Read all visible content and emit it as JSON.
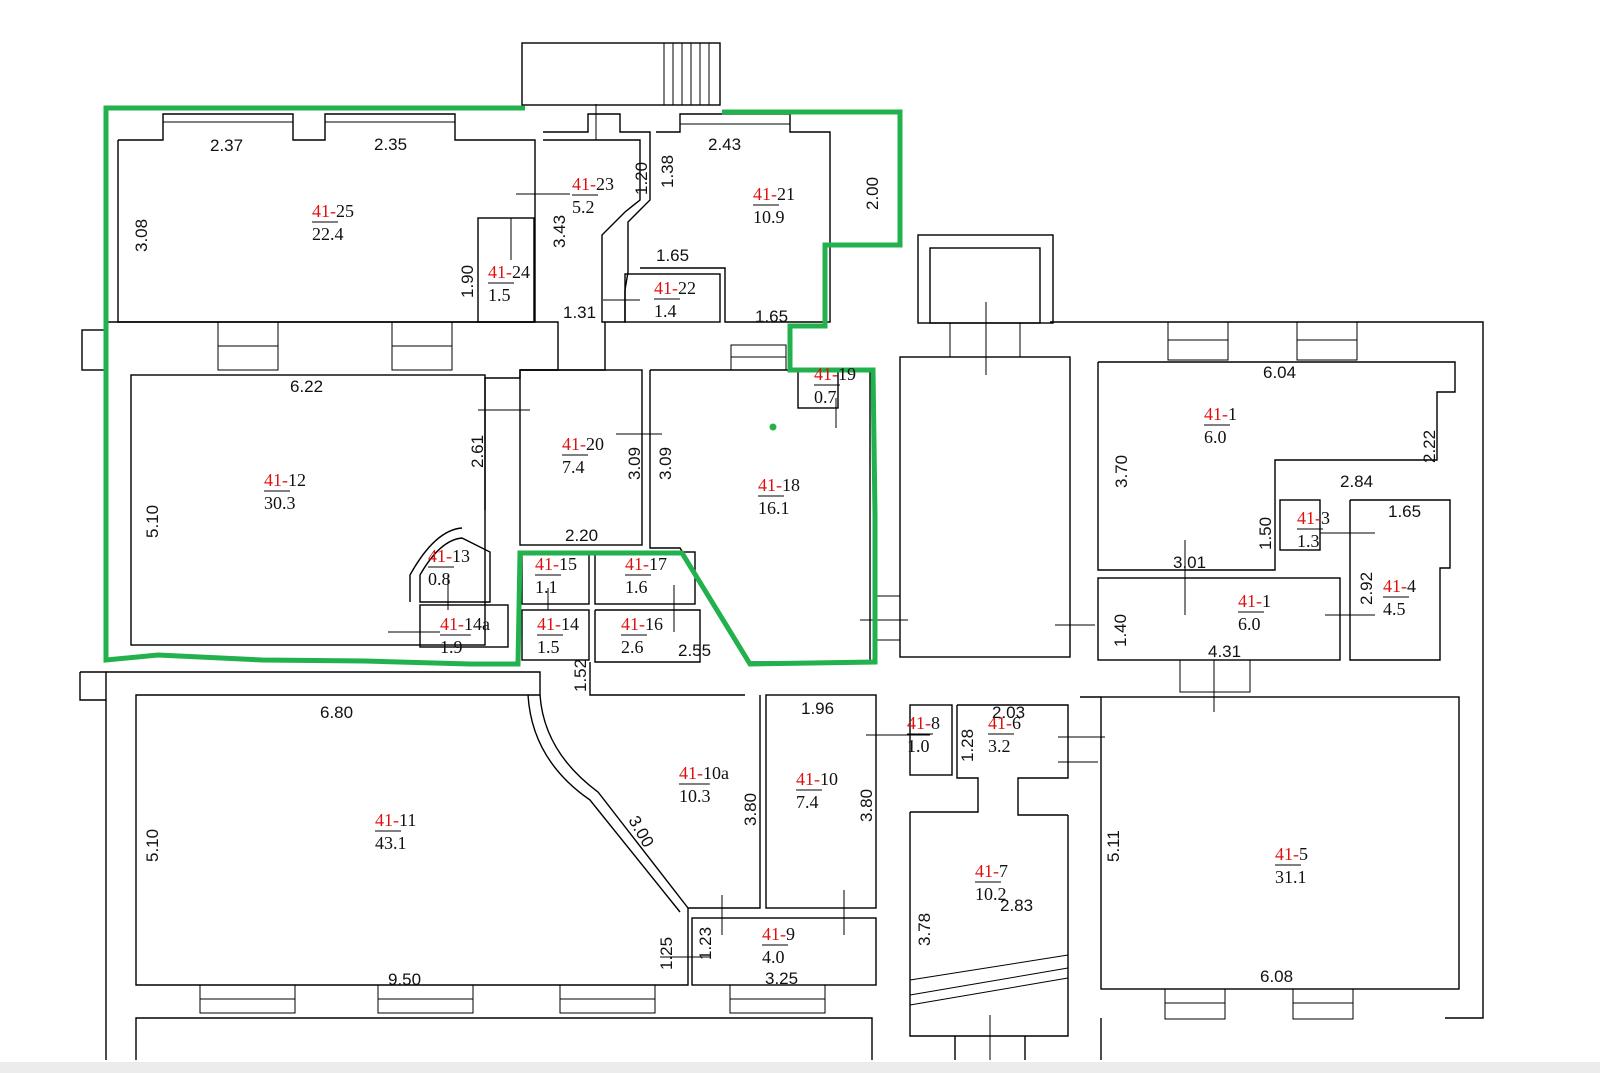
{
  "colors": {
    "room_prefix": "#e01010",
    "outline_highlight": "#22b14c",
    "walls": "#000000"
  },
  "rooms": [
    {
      "key": "r25",
      "prefix": "41-",
      "num": "25",
      "area": "22.4"
    },
    {
      "key": "r23",
      "prefix": "41-",
      "num": "23",
      "area": "5.2"
    },
    {
      "key": "r21",
      "prefix": "41-",
      "num": "21",
      "area": "10.9"
    },
    {
      "key": "r24",
      "prefix": "41-",
      "num": "24",
      "area": "1.5"
    },
    {
      "key": "r22",
      "prefix": "41-",
      "num": "22",
      "area": "1.4"
    },
    {
      "key": "r19",
      "prefix": "41-",
      "num": "19",
      "area": "0.7"
    },
    {
      "key": "r12",
      "prefix": "41-",
      "num": "12",
      "area": "30.3"
    },
    {
      "key": "r20",
      "prefix": "41-",
      "num": "20",
      "area": "7.4"
    },
    {
      "key": "r18",
      "prefix": "41-",
      "num": "18",
      "area": "16.1"
    },
    {
      "key": "r13",
      "prefix": "41-",
      "num": "13",
      "area": "0.8"
    },
    {
      "key": "r15",
      "prefix": "41-",
      "num": "15",
      "area": "1.1"
    },
    {
      "key": "r17",
      "prefix": "41-",
      "num": "17",
      "area": "1.6"
    },
    {
      "key": "r14a",
      "prefix": "41-",
      "num": "14a",
      "area": "1.9"
    },
    {
      "key": "r14",
      "prefix": "41-",
      "num": "14",
      "area": "1.5"
    },
    {
      "key": "r16",
      "prefix": "41-",
      "num": "16",
      "area": "2.6"
    },
    {
      "key": "r1a",
      "prefix": "41-",
      "num": "1",
      "area": "6.0"
    },
    {
      "key": "r3",
      "prefix": "41-",
      "num": "3",
      "area": "1.3"
    },
    {
      "key": "r4",
      "prefix": "41-",
      "num": "4",
      "area": "4.5"
    },
    {
      "key": "r1b",
      "prefix": "41-",
      "num": "1",
      "area": "6.0"
    },
    {
      "key": "r8",
      "prefix": "41-",
      "num": "8",
      "area": "1.0"
    },
    {
      "key": "r6",
      "prefix": "41-",
      "num": "6",
      "area": "3.2"
    },
    {
      "key": "r10a",
      "prefix": "41-",
      "num": "10a",
      "area": "10.3"
    },
    {
      "key": "r10",
      "prefix": "41-",
      "num": "10",
      "area": "7.4"
    },
    {
      "key": "r11",
      "prefix": "41-",
      "num": "11",
      "area": "43.1"
    },
    {
      "key": "r7",
      "prefix": "41-",
      "num": "7",
      "area": "10.2"
    },
    {
      "key": "r5",
      "prefix": "41-",
      "num": "5",
      "area": "31.1"
    },
    {
      "key": "r9",
      "prefix": "41-",
      "num": "9",
      "area": "4.0"
    }
  ],
  "dimensions": [
    "2.37",
    "2.35",
    "2.43",
    "3.08",
    "1.20",
    "1.38",
    "2.00",
    "3.43",
    "1.65",
    "1.90",
    "1.31",
    "1.65",
    "6.22",
    "2.61",
    "3.09",
    "3.09",
    "6.04",
    "2.22",
    "3.70",
    "2.84",
    "1.65",
    "1.50",
    "5.10",
    "2.20",
    "3.01",
    "2.92",
    "1.40",
    "4.31",
    "2.55",
    "1.52",
    "6.80",
    "1.96",
    "2.03",
    "1.28",
    "3.80",
    "3.80",
    "5.11",
    "5.10",
    "3.00",
    "2.83",
    "3.78",
    "1.25",
    "1.23",
    "9.50",
    "3.25",
    "6.08"
  ]
}
